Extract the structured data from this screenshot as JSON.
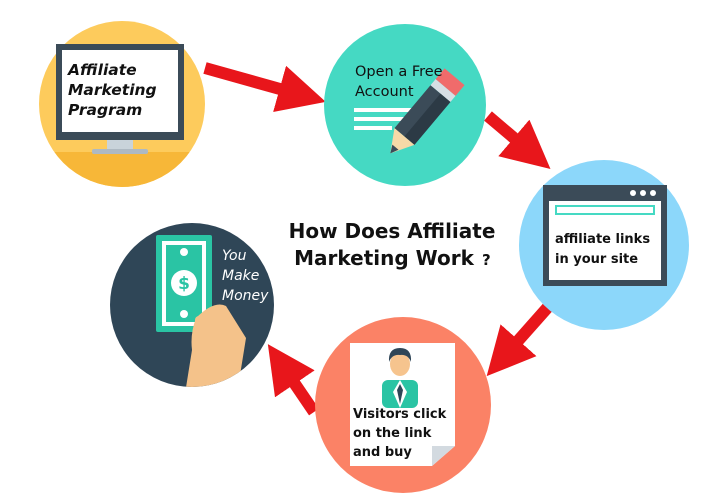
{
  "title": {
    "line1": "How Does Affiliate",
    "line2": "Marketing Work",
    "qmark": "?"
  },
  "steps": [
    {
      "lines": [
        "Affiliate",
        "Marketing",
        "Pragram"
      ],
      "color": "#FDCB5C"
    },
    {
      "lines": [
        "Open a Free",
        "Account"
      ],
      "color": "#45D9C3"
    },
    {
      "lines": [
        "affiliate links",
        "in your site"
      ],
      "color": "#8CD7FA"
    },
    {
      "lines": [
        "Visitors click",
        "on the link",
        "and buy"
      ],
      "color": "#FB8266"
    },
    {
      "lines": [
        "You",
        "Make",
        "Money"
      ],
      "color": "#2F4657"
    }
  ],
  "icons": [
    "monitor-icon",
    "pencil-document-icon",
    "browser-window-icon",
    "businessman-document-icon",
    "hand-money-icon"
  ],
  "arrow_color": "#E8161B"
}
